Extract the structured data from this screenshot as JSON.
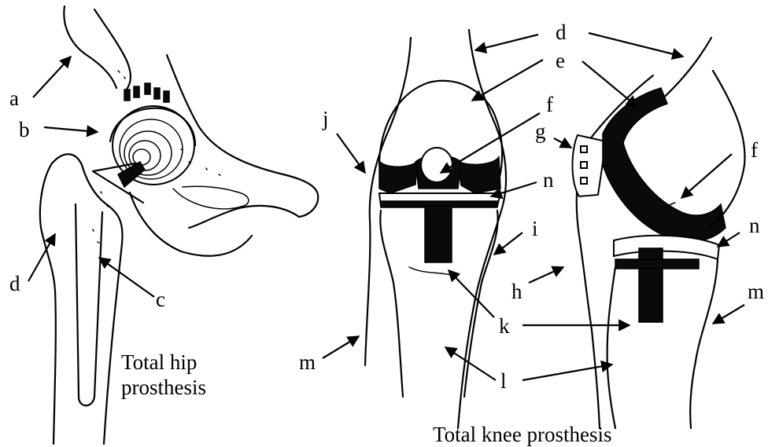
{
  "captions": {
    "hip_line1": "Total hip",
    "hip_line2": "prosthesis",
    "knee": "Total knee prosthesis"
  },
  "labels": {
    "hip_a": "a",
    "hip_b": "b",
    "hip_c": "c",
    "hip_d": "d",
    "knee_d": "d",
    "knee_e": "e",
    "knee_f": "f",
    "knee_f_side": "f",
    "knee_g": "g",
    "knee_h": "h",
    "knee_i": "i",
    "knee_j": "j",
    "knee_k": "k",
    "knee_l": "l",
    "knee_m_left": "m",
    "knee_m_right": "m",
    "knee_n": "n",
    "knee_n_side": "n"
  }
}
